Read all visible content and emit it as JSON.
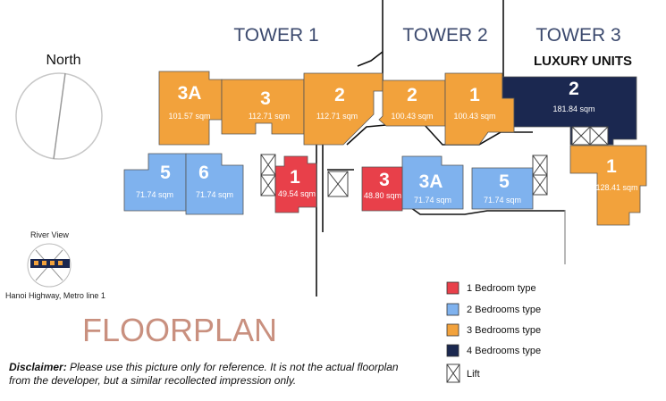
{
  "towers": [
    "TOWER 1",
    "TOWER 2",
    "TOWER 3"
  ],
  "luxury_label": "LUXURY UNITS",
  "compass": {
    "label": "North"
  },
  "river": {
    "label": "River View",
    "highway": "Hanoi Highway, Metro line 1"
  },
  "title": "FLOORPLAN",
  "units": [
    {
      "id": "t1-3a",
      "name": "3A",
      "area": "101.57 sqm",
      "type": "3br"
    },
    {
      "id": "t1-3",
      "name": "3",
      "area": "112.71 sqm",
      "type": "3br"
    },
    {
      "id": "t1-2",
      "name": "2",
      "area": "112.71 sqm",
      "type": "3br"
    },
    {
      "id": "t2-2",
      "name": "2",
      "area": "100.43 sqm",
      "type": "3br"
    },
    {
      "id": "t2-1",
      "name": "1",
      "area": "100.43 sqm",
      "type": "3br"
    },
    {
      "id": "t3-2",
      "name": "2",
      "area": "181.84 sqm",
      "type": "4br"
    },
    {
      "id": "t3-1",
      "name": "1",
      "area": "128.41 sqm",
      "type": "3br"
    },
    {
      "id": "t1-5",
      "name": "5",
      "area": "71.74 sqm",
      "type": "2br"
    },
    {
      "id": "t1-6",
      "name": "6",
      "area": "71.74 sqm",
      "type": "2br"
    },
    {
      "id": "t1-1",
      "name": "1",
      "area": "49.54 sqm",
      "type": "1br"
    },
    {
      "id": "t2-3",
      "name": "3",
      "area": "48.80 sqm",
      "type": "1br"
    },
    {
      "id": "t2-3a",
      "name": "3A",
      "area": "71.74 sqm",
      "type": "2br"
    },
    {
      "id": "t2-5",
      "name": "5",
      "area": "71.74 sqm",
      "type": "2br"
    }
  ],
  "legend": [
    {
      "label": "1 Bedroom type",
      "color": "#e8404a"
    },
    {
      "label": "2 Bedrooms type",
      "color": "#7fb2ee"
    },
    {
      "label": "3 Bedrooms type",
      "color": "#f2a23c"
    },
    {
      "label": "4 Bedrooms type",
      "color": "#1b2850"
    },
    {
      "label": "Lift",
      "color": "#ffffff"
    }
  ],
  "disclaimer": {
    "lead": "Disclaimer:",
    "text": "Please use this picture only for reference. It is not the actual floorplan from the developer, but a similar recollected impression only."
  }
}
